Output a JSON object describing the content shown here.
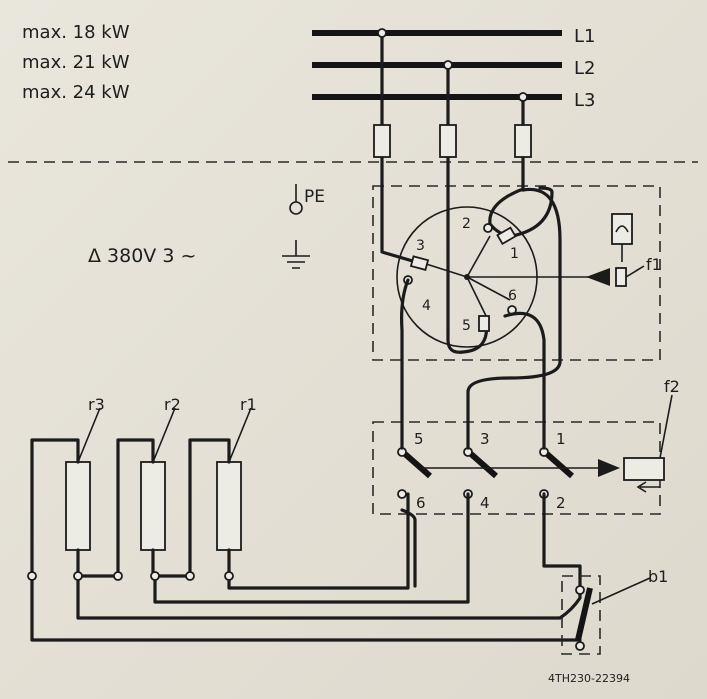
{
  "ratings": [
    "max. 18 kW",
    "max. 21 kW",
    "max. 24 kW"
  ],
  "phases": [
    "L1",
    "L2",
    "L3"
  ],
  "pe_label": "PE",
  "supply": "Δ 380V 3 ~",
  "selector_positions": [
    "2",
    "1",
    "3",
    "4",
    "5",
    "6"
  ],
  "switch_terminals_top": [
    "5",
    "3",
    "1"
  ],
  "switch_terminals_bottom": [
    "6",
    "4",
    "2"
  ],
  "limiter_f1": "f1",
  "limiter_f2": "f2",
  "heaters": [
    "r3",
    "r2",
    "r1"
  ],
  "switch_b1": "b1",
  "part_number": "4TH230-22394"
}
